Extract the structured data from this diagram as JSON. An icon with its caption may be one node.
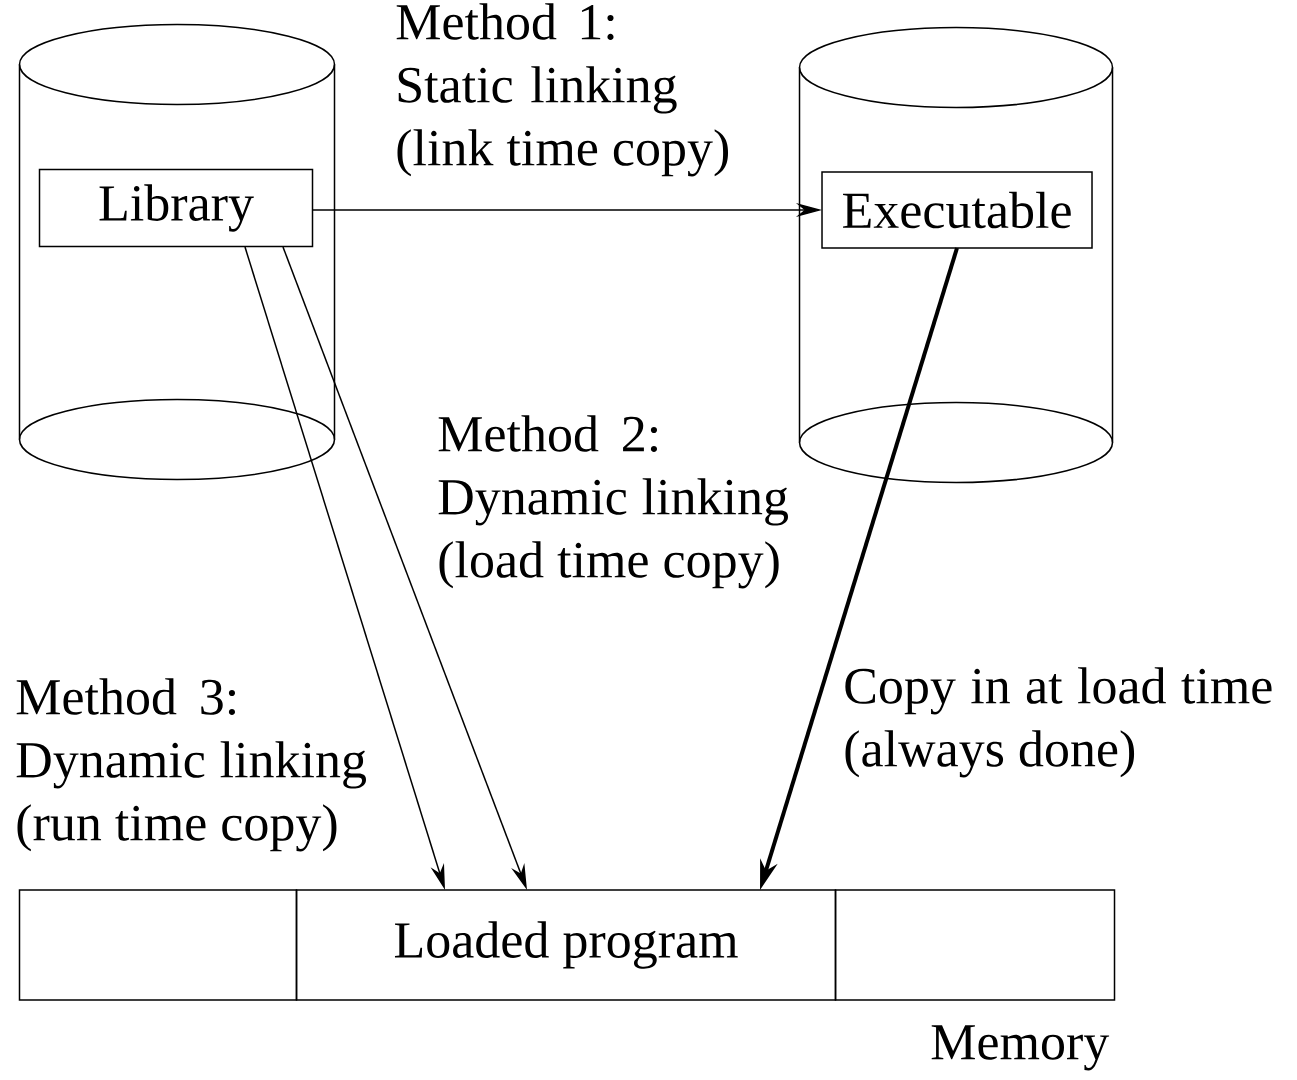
{
  "diagram": {
    "nodes": [
      {
        "text": [],
        "shape": "cylinder"
      },
      {
        "text": [
          "Library"
        ],
        "in": 0
      },
      {
        "text": [],
        "shape": "cylinder"
      },
      {
        "text": [
          "Executable"
        ],
        "in": 2
      },
      {
        "text": [],
        "shape": "box"
      },
      {
        "text": [
          "Loaded program"
        ]
      },
      {
        "text": [],
        "shape": "box"
      }
    ],
    "edges": [
      {
        "from": 1,
        "to": 3,
        "arrow": "to"
      },
      {
        "from": 1,
        "to": 5,
        "arrow": "to"
      },
      {
        "from": 1,
        "to": 5,
        "arrow": "to"
      },
      {
        "from": 3,
        "to": 5,
        "arrow": "to",
        "style": "thick"
      }
    ],
    "labels": [
      "Method 1: Static linking (link time copy)",
      "Method 2: Dynamic linking (load time copy)",
      "Method 3: Dynamic linking (run time copy)",
      "Copy in at load time (always done)",
      "Memory"
    ]
  }
}
